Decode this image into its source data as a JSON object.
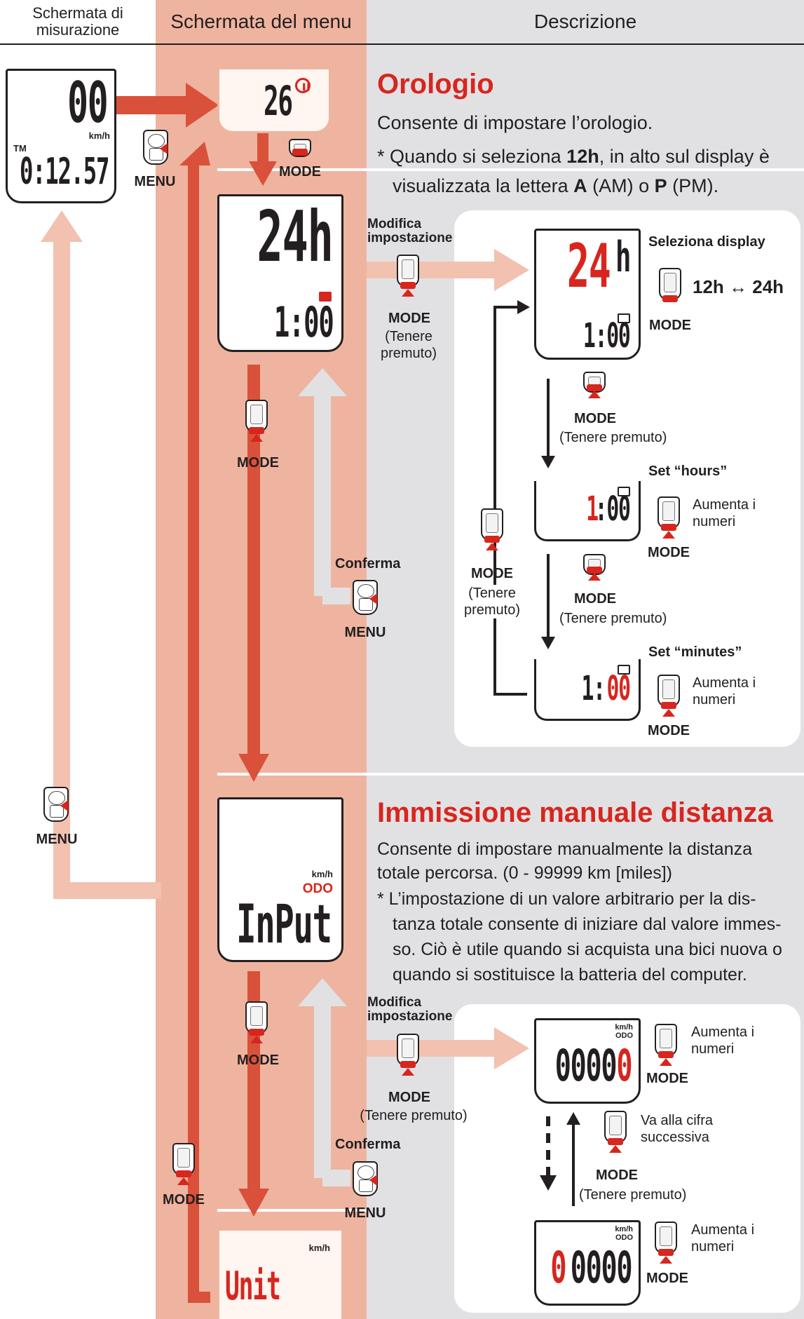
{
  "headers": {
    "measure": "Schermata di misurazione",
    "menu": "Schermata del menu",
    "desc": "Descrizione"
  },
  "colors": {
    "accent_red": "#d7261e",
    "menu_band": "#efb49f",
    "desc_band": "#e1e1e4",
    "flow_arrow": "#d9513a",
    "return_arrow": "#f2c1b0"
  },
  "measure_screen": {
    "speed": "00",
    "speed_unit": "km/h",
    "tm_label": "TM",
    "time": "0:12.57"
  },
  "clock_icon_screen": {
    "value": "26",
    "suffix": "\""
  },
  "clock_screen": {
    "value": "24h",
    "time": "1:00"
  },
  "input_screen": {
    "unit": "km/h",
    "odo": "ODO",
    "value": "InPut"
  },
  "unit_screen": {
    "unit": "km/h",
    "value": "Unit"
  },
  "labels": {
    "mode": "MODE",
    "menu": "MENU",
    "hold": "(Tenere premuto)",
    "hold_a": "(Tenere",
    "hold_b": "premuto)",
    "modifica_a": "Modifica",
    "modifica_b": "impostazione",
    "conferma": "Conferma"
  },
  "orologio": {
    "title": "Orologio",
    "line1": "Consente di impostare l’orologio.",
    "note_a": "* Quando si seleziona ",
    "note_b": "12h",
    "note_c": ", in alto sul display è",
    "note_d": "visualizzata la lettera ",
    "note_e": "A",
    "note_f": " (AM) o ",
    "note_g": "P",
    "note_h": " (PM).",
    "sel_display": "Seleziona display",
    "toggle": "12h ↔ 24h",
    "set_hours": "Set “hours”",
    "set_minutes": "Set “minutes”",
    "increase_a": "Aumenta i",
    "increase_b": "numeri"
  },
  "immissione": {
    "title": "Immissione manuale distanza",
    "line1": "Consente di impostare manualmente la distanza",
    "line2": "totale percorsa. (0 - 99999 km [miles])",
    "note1": "* L’impostazione di un valore arbitrario per la dis-",
    "note2": "tanza totale consente di iniziare dal valore immes-",
    "note3": "so. Ciò è utile quando si acquista una bici nuova o",
    "note4": "quando si sostituisce la batteria del computer.",
    "next_a": "Va alla cifra",
    "next_b": "successiva",
    "odo_value": "00000",
    "unit": "km/h",
    "odo": "ODO"
  }
}
